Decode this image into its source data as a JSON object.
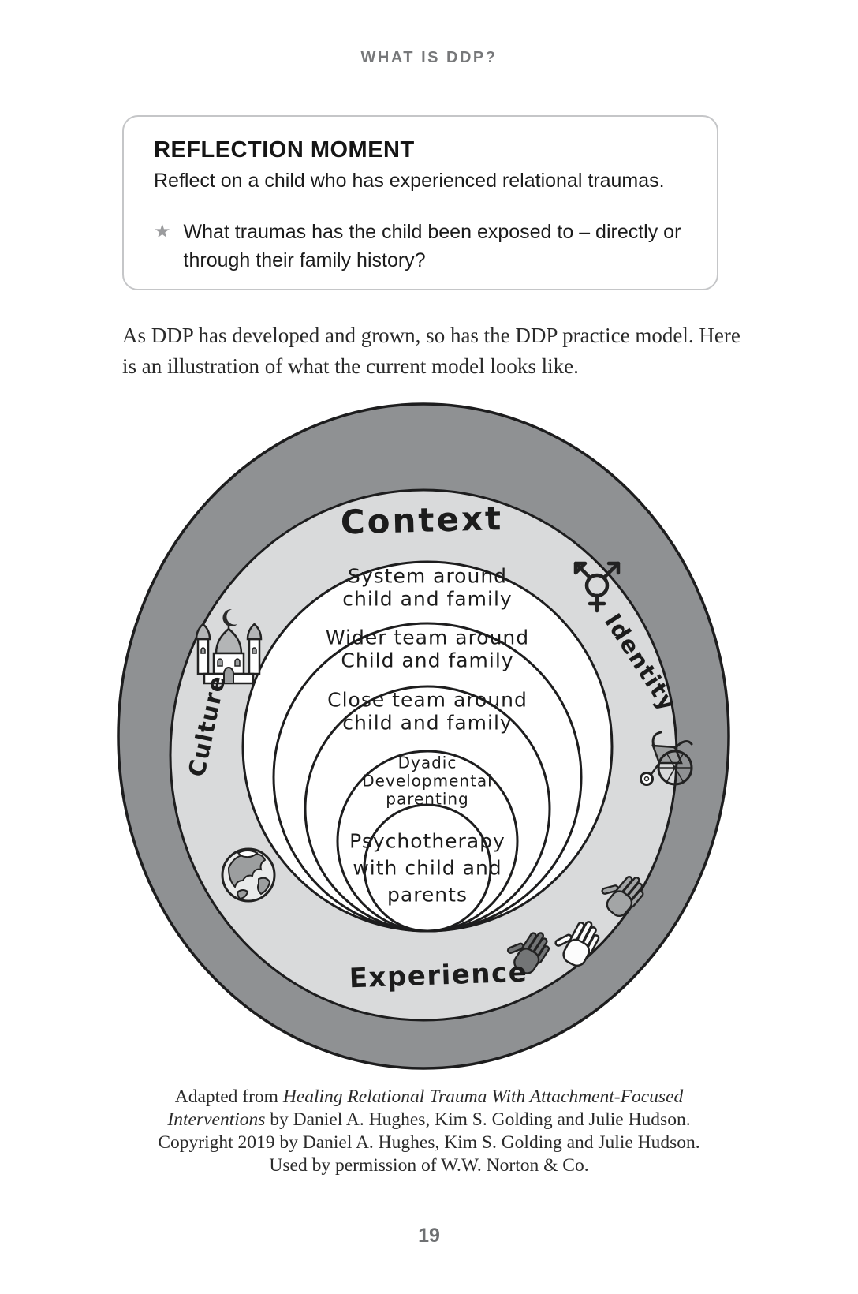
{
  "header": {
    "running_title": "WHAT IS DDP?"
  },
  "reflection_box": {
    "title": "REFLECTION MOMENT",
    "intro": "Reflect on a child who has experienced relational traumas.",
    "bullet_icon": "star-icon",
    "bullet": "What traumas has the child been exposed to – directly or through their family history?"
  },
  "paragraph": "As DDP has developed and grown, so has the DDP practice model. Here is an illustration of what the current model looks like.",
  "diagram": {
    "context_label": "Context",
    "culture_label": "Culture",
    "identity_label": "Identity",
    "experience_label": "Experience",
    "circles": [
      {
        "label": "System around\nchild and family"
      },
      {
        "label": "Wider team around\nChild and family"
      },
      {
        "label": "Close team around\nchild and family"
      },
      {
        "label": "Dyadic\nDevelopmental\nparenting"
      },
      {
        "label": "Psychotherapy\nwith child and\nparents"
      }
    ],
    "icons": [
      "mosque-icon",
      "transgender-icon",
      "wheelchair-icon",
      "globe-icon",
      "hands-icon"
    ],
    "colors": {
      "outer_ring": "#8f9193",
      "inner_ring": "#d9dadb",
      "outline": "#1d1d1e",
      "icon_gray": "#9c9e9f",
      "hand_dark": "#737576",
      "hand_light": "#fcfcfc",
      "hand_mid": "#a3a5a6"
    }
  },
  "attribution": {
    "prefix": "Adapted from ",
    "title_italic": "Healing Relational Trauma With Attachment-Focused Interventions",
    "suffix": " by Daniel A. Hughes, Kim S. Golding and Julie Hudson. Copyright 2019 by Daniel A. Hughes, Kim S. Golding and Julie Hudson. Used by permission of W.W. Norton & Co."
  },
  "footer": {
    "page_number": "19"
  }
}
